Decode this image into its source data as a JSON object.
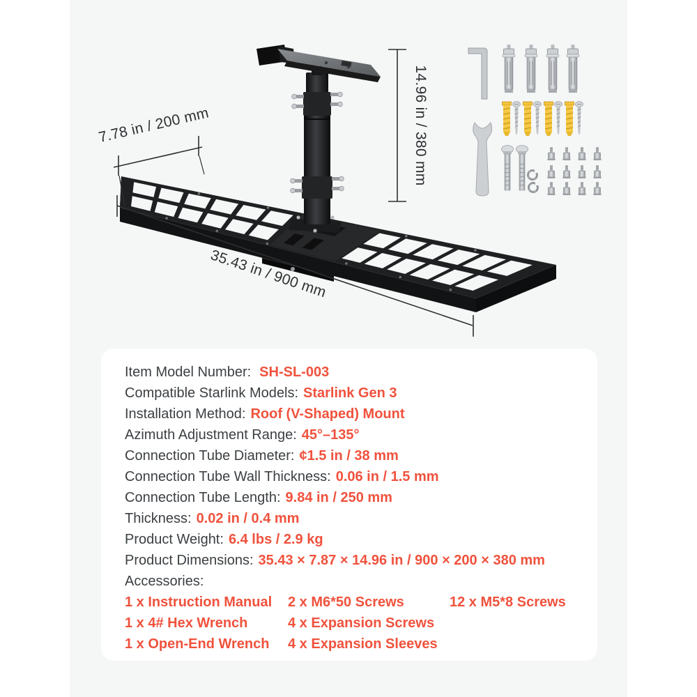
{
  "product": {
    "name": "Starlink Gen 3 Roof (V-Shaped) Mount Rack",
    "dimension_labels": {
      "depth": "7.78 in / 200 mm",
      "height": "14.96 in / 380 mm",
      "length": "35.43 in / 900 mm"
    },
    "hardware_kit_items": [
      "hex-wrench",
      "expansion-screws-x4",
      "expansion-sleeves-x4",
      "mounting-screws-x4",
      "open-end-wrench",
      "m6-50-bolts-x2",
      "lock-washers-x2",
      "m5-8-screws-x12"
    ]
  },
  "specs": [
    {
      "label": "Item Model Number:",
      "value": "SH-SL-003"
    },
    {
      "label": "Compatible Starlink Models:",
      "value": "Starlink Gen 3"
    },
    {
      "label": "Installation Method:",
      "value": "Roof (V-Shaped) Mount"
    },
    {
      "label": "Azimuth Adjustment Range:",
      "value": "45°–135°"
    },
    {
      "label": "Connection Tube Diameter:",
      "value": "¢1.5 in / 38 mm"
    },
    {
      "label": "Connection Tube Wall Thickness:",
      "value": "0.06 in / 1.5 mm"
    },
    {
      "label": "Connection Tube Length:",
      "value": "9.84 in / 250 mm"
    },
    {
      "label": "Thickness:",
      "value": "0.02 in / 0.4 mm"
    },
    {
      "label": "Product Weight:",
      "value": "6.4 lbs / 2.9 kg"
    },
    {
      "label": "Product Dimensions:",
      "value": "35.43 × 7.87 × 14.96 in / 900 × 200 × 380 mm"
    },
    {
      "label": "Accessories:",
      "value": ""
    }
  ],
  "accessories_rows": [
    [
      "1 x Instruction Manual",
      "2 x M6*50 Screws",
      "12 x M5*8 Screws"
    ],
    [
      "1 x 4# Hex Wrench",
      "4 x Expansion Screws",
      ""
    ],
    [
      "1 x Open-End Wrench",
      "4 x Expansion Sleeves",
      ""
    ]
  ],
  "colors": {
    "accent_red": "#F0523D",
    "label_text": "#3B3F42",
    "canvas_gray": "#F5F6F6",
    "card_white": "#FFFFFF",
    "rack_black": "#1F2022",
    "sleeve_yellow": "#F5C945",
    "metal_silver": "#C9CCD0"
  }
}
